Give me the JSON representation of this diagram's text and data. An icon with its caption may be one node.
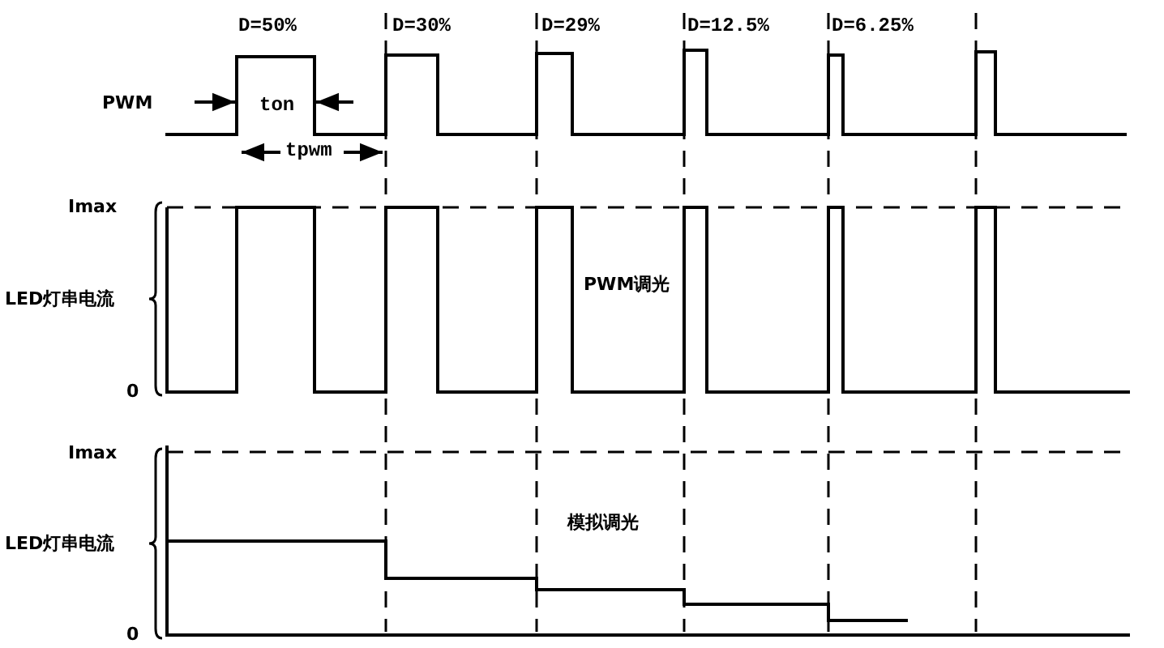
{
  "diagram": {
    "labels": [
      "D=50%",
      "D=30%",
      "D=29%",
      "D=12.5%",
      "D=6.25%",
      "PWM",
      "ton",
      "tpwm",
      "Imax",
      "LED灯串电流",
      "0",
      "PWM调光",
      "Imax",
      "LED灯串电流",
      "0",
      "模拟调光"
    ]
  }
}
